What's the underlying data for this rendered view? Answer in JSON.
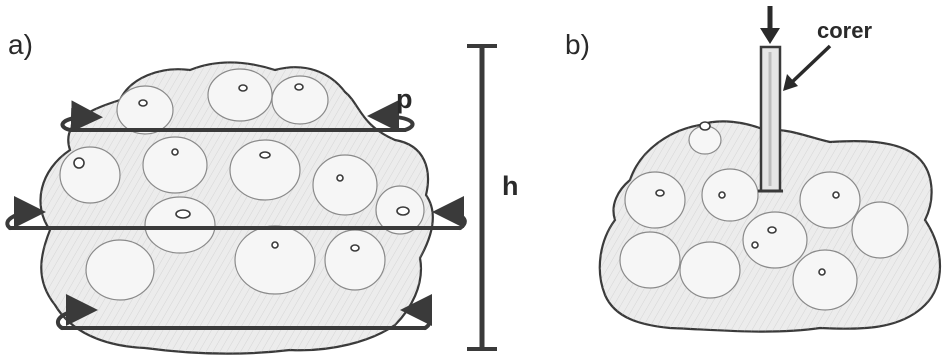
{
  "panel_a": {
    "label": "a)",
    "perimeter_label": "p",
    "height_label": "h"
  },
  "panel_b": {
    "label": "b)",
    "corer_label": "corer"
  },
  "colors": {
    "ink": "#3a3a3a",
    "sponge_fill": "#ececec",
    "background": "#ffffff"
  }
}
